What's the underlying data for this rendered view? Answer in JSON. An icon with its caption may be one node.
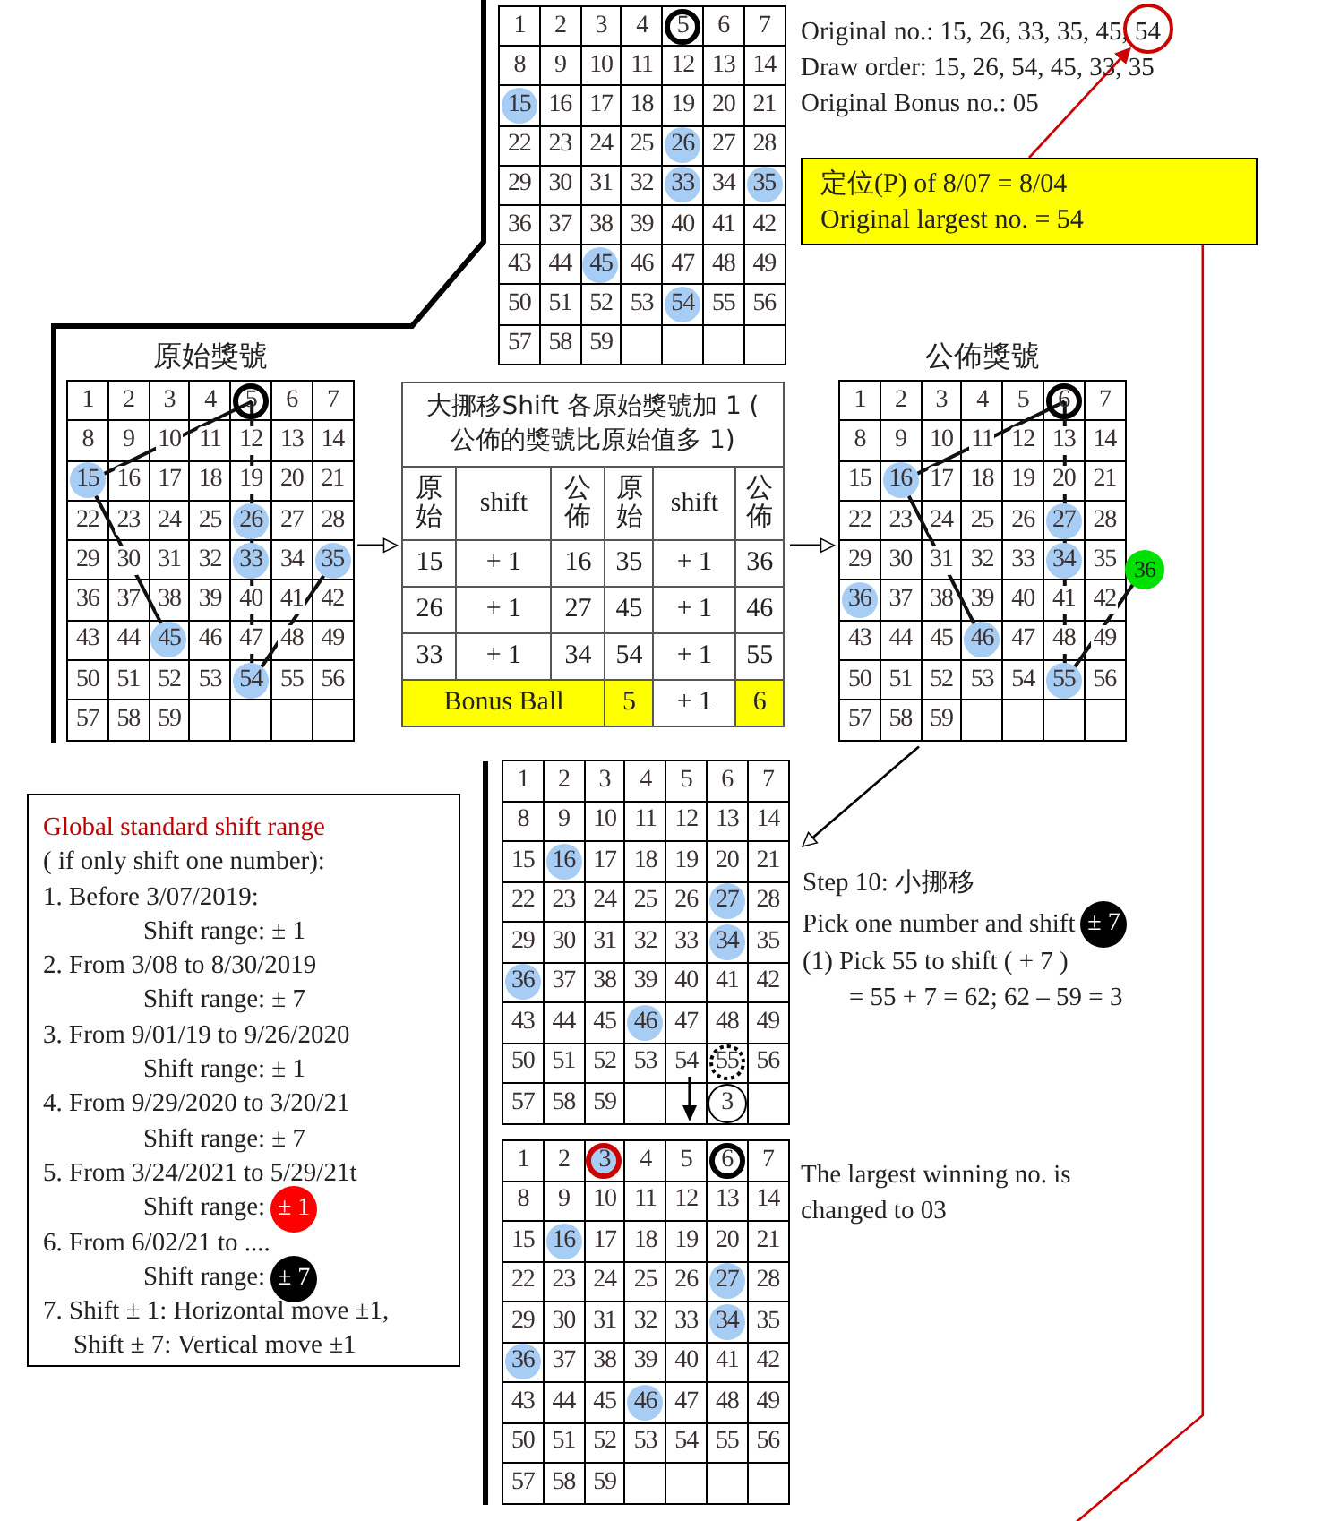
{
  "diagram": {
    "nodes": [
      {
        "text": [
          "1",
          "2",
          "3",
          "4",
          "5",
          "6",
          "7",
          "8",
          "9",
          "10",
          "11",
          "12",
          "13",
          "14",
          "15",
          "16",
          "17",
          "18",
          "19",
          "20",
          "21",
          "22",
          "23",
          "24",
          "25",
          "26",
          "27",
          "28",
          "29",
          "30",
          "31",
          "32",
          "33",
          "34",
          "35",
          "36",
          "37",
          "38",
          "39",
          "40",
          "41",
          "42",
          "43",
          "44",
          "45",
          "46",
          "47",
          "48",
          "49",
          "50",
          "51",
          "52",
          "53",
          "54",
          "55",
          "56",
          "57",
          "58",
          "59"
        ]
      },
      {
        "text": [],
        "shape": "circle"
      },
      {
        "text": [
          "定位(P) of 8/07 = 8/04",
          "Original largest no. = 54"
        ]
      },
      {
        "text": [
          "原始獎號",
          "1",
          "2",
          "3",
          "4",
          "5",
          "6",
          "7",
          "8",
          "9",
          "10",
          "11",
          "12",
          "13",
          "14",
          "15",
          "16",
          "17",
          "18",
          "19",
          "20",
          "21",
          "22",
          "23",
          "24",
          "25",
          "26",
          "27",
          "28",
          "29",
          "30",
          "31",
          "32",
          "33",
          "34",
          "35",
          "36",
          "37",
          "38",
          "39",
          "40",
          "41",
          "42",
          "43",
          "44",
          "45",
          "46",
          "47",
          "48",
          "49",
          "50",
          "51",
          "52",
          "53",
          "54",
          "55",
          "56",
          "57",
          "58",
          "59"
        ]
      },
      {
        "text": [
          "大挪移Shift 各原始獎號加 1 ( 公佈的獎號比原始值多 1)",
          "原始",
          "shift",
          "公佈",
          "原始",
          "shift",
          "公佈",
          "15",
          "+ 1",
          "16",
          "35",
          "+ 1",
          "36",
          "26",
          "+ 1",
          "27",
          "45",
          "+ 1",
          "46",
          "33",
          "+ 1",
          "34",
          "54",
          "+ 1",
          "55",
          "Bonus Ball",
          "5",
          "+ 1",
          "6"
        ]
      },
      {
        "text": [
          "公佈獎號",
          "1",
          "2",
          "3",
          "4",
          "5",
          "6",
          "7",
          "8",
          "9",
          "10",
          "11",
          "12",
          "13",
          "14",
          "15",
          "16",
          "17",
          "18",
          "19",
          "20",
          "21",
          "22",
          "23",
          "24",
          "25",
          "26",
          "27",
          "28",
          "29",
          "30",
          "31",
          "32",
          "33",
          "34",
          "35",
          "36",
          "37",
          "38",
          "39",
          "40",
          "41",
          "42",
          "43",
          "44",
          "45",
          "46",
          "47",
          "48",
          "49",
          "50",
          "51",
          "52",
          "53",
          "54",
          "55",
          "56",
          "57",
          "58",
          "59"
        ]
      },
      {
        "text": [
          "36"
        ]
      },
      {
        "text": [
          "Global standard shift range",
          "( if only shift one number):",
          "1. Before 3/07/2019:",
          "Shift range: ± 1",
          "2. From 3/08 to 8/30/2019",
          "Shift range: ± 7",
          "3. From 9/01/19 to 9/26/2020",
          "Shift range: ± 1",
          "4. From 9/29/2020 to 3/20/21",
          "Shift range: ± 7",
          "5. From 3/24/2021 to 5/29/21t",
          "Shift range:",
          "6. From 6/02/21 to ....",
          "Shift range:",
          "7. Shift ± 1: Horizontal move ±1,",
          "Shift ± 7: Vertical move ±1"
        ]
      },
      {
        "text": [
          "± 1"
        ],
        "in": 7
      },
      {
        "text": [
          "± 7"
        ],
        "in": 7
      },
      {
        "text": [
          "1",
          "2",
          "3",
          "4",
          "5",
          "6",
          "7",
          "8",
          "9",
          "10",
          "11",
          "12",
          "13",
          "14",
          "15",
          "16",
          "17",
          "18",
          "19",
          "20",
          "21",
          "22",
          "23",
          "24",
          "25",
          "26",
          "27",
          "28",
          "29",
          "30",
          "31",
          "32",
          "33",
          "34",
          "35",
          "36",
          "37",
          "38",
          "39",
          "40",
          "41",
          "42",
          "43",
          "44",
          "45",
          "46",
          "47",
          "48",
          "49",
          "50",
          "51",
          "52",
          "53",
          "54",
          "55",
          "56",
          "57",
          "58",
          "59",
          "3"
        ]
      },
      {
        "text": [
          "± 7"
        ]
      },
      {
        "text": [
          "1",
          "2",
          "3",
          "4",
          "5",
          "6",
          "7",
          "8",
          "9",
          "10",
          "11",
          "12",
          "13",
          "14",
          "15",
          "16",
          "17",
          "18",
          "19",
          "20",
          "21",
          "22",
          "23",
          "24",
          "25",
          "26",
          "27",
          "28",
          "29",
          "30",
          "31",
          "32",
          "33",
          "34",
          "35",
          "36",
          "37",
          "38",
          "39",
          "40",
          "41",
          "42",
          "43",
          "44",
          "45",
          "46",
          "47",
          "48",
          "49",
          "50",
          "51",
          "52",
          "53",
          "54",
          "55",
          "56",
          "57",
          "58",
          "59"
        ]
      }
    ],
    "edges": [
      {
        "from": 2,
        "to": 1,
        "arrow": "to",
        "color": "#cc0000"
      },
      {
        "from": 2,
        "to": null,
        "arrow": "none",
        "color": "#cc0000"
      },
      {
        "from": 3,
        "to": 4,
        "arrow": "to"
      },
      {
        "from": 4,
        "to": 5,
        "arrow": "to"
      },
      {
        "from": 5,
        "to": 10,
        "arrow": "to"
      }
    ],
    "labels": [
      "Original no.: 15, 26, 33, 35, 45, 54",
      "Draw order: 15, 26, 54, 45, 33, 35",
      "Original Bonus no.: 05",
      "Step 10: 小挪移",
      "Pick one number and shift",
      "(1) Pick 55 to shift ( + 7 )",
      "= 55 + 7 = 62; 62 – 59 = 3",
      "The largest winning no. is changed to 03"
    ]
  }
}
